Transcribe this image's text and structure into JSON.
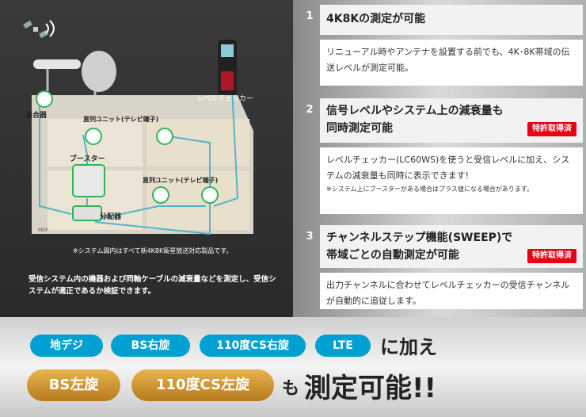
{
  "diagram": {
    "level_checker_label": "レベルチェッカー",
    "mixer_label": "混合器",
    "unit_label_top": "直列ユニット(テレビ端子)",
    "booster_label": "ブースター",
    "unit_label_mid": "直列ユニット(テレビ端子)",
    "splitter_label": "分配器",
    "mdf_label": "MDF"
  },
  "note": "※システム図内はすべて新4K8K衛星放送対応製品です。",
  "description": "受信システム内の機器および同軸ケーブルの減衰量などを測定し、受信システムが適正であるか検証できます。",
  "sections": [
    {
      "num": "1",
      "title": "4K8Kの測定が可能",
      "body": "リニューアル時やアンテナを設置する前でも、4K･8K帯域の伝送レベルが測定可能。"
    },
    {
      "num": "2",
      "title_line1": "信号レベルやシステム上の減衰量も",
      "title_line2": "同時測定可能",
      "badge": "特許取得済",
      "body": "レベルチェッカー(LC60WS)を使うと受信レベルに加え、システムの減衰量も同時に表示できます!",
      "small": "※システム上にブースターがある場合はプラス値になる場合があります。"
    },
    {
      "num": "3",
      "title_line1": "チャンネルステップ機能(SWEEP)で",
      "title_line2": "帯域ごとの自動測定が可能",
      "badge": "特許取得済",
      "body": "出力チャンネルに合わせてレベルチェッカーの受信チャンネルが自動的に追従します。"
    }
  ],
  "bottom": {
    "pills_blue": [
      "地デジ",
      "BS右旋",
      "110度CS右旋",
      "LTE"
    ],
    "text_ni_kuwae": "に加え",
    "pills_gold": [
      "BS左旋",
      "110度CS左旋"
    ],
    "text_mo": "も",
    "text_sokutei": "測定可能!!"
  },
  "colors": {
    "accent_blue": "#00a0d2",
    "badge_red": "#e60012",
    "gold": "#c8902e",
    "cable": "#4fb6c9"
  }
}
